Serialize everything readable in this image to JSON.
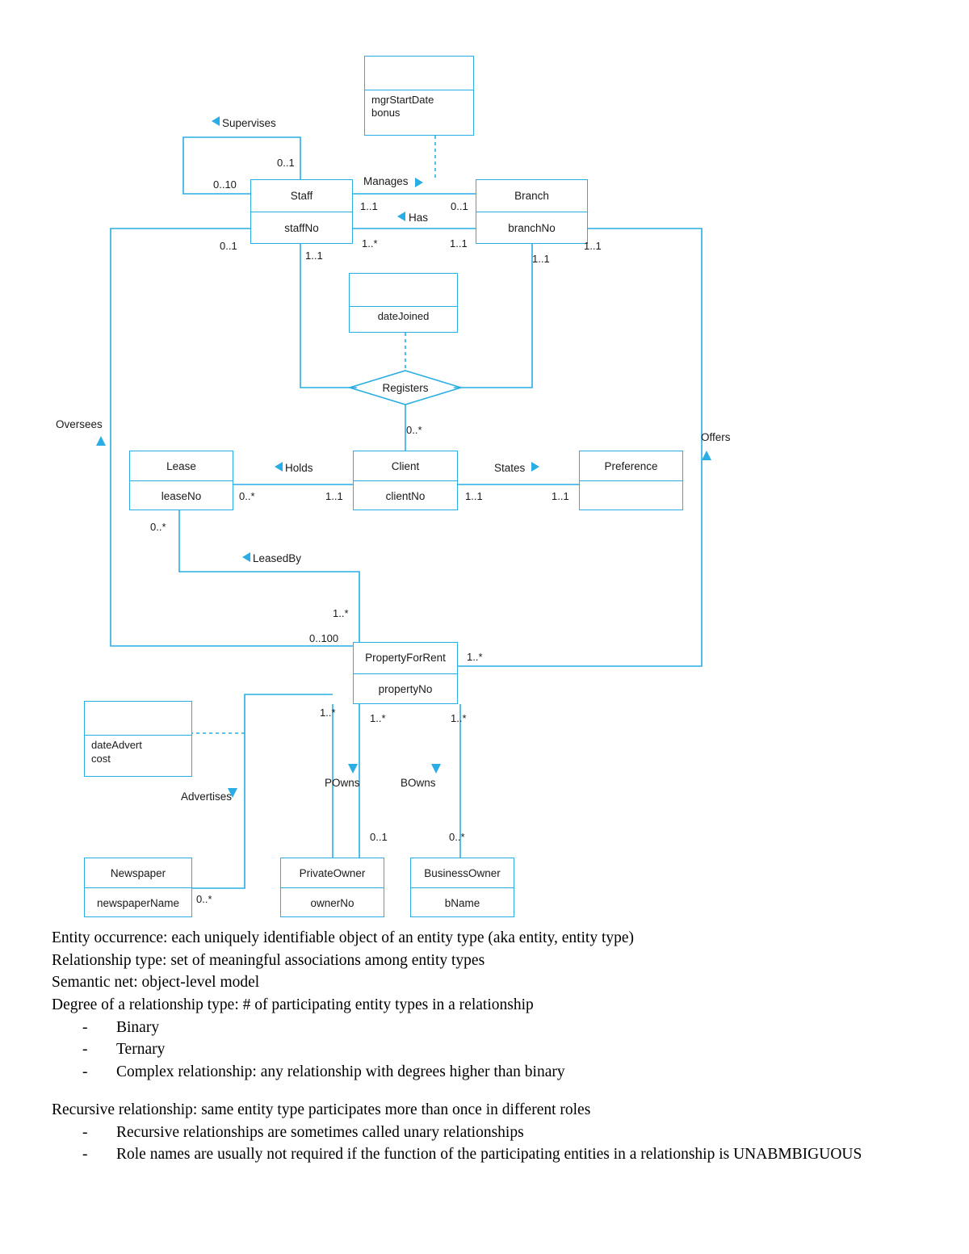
{
  "diagram": {
    "title": "UML class / ER diagram of DreamHome case study",
    "entities": [
      {
        "id": "staff",
        "name": "Staff",
        "attr": "staffNo"
      },
      {
        "id": "branch",
        "name": "Branch",
        "attr": "branchNo"
      },
      {
        "id": "lease",
        "name": "Lease",
        "attr": "leaseNo"
      },
      {
        "id": "client",
        "name": "Client",
        "attr": "clientNo"
      },
      {
        "id": "preference",
        "name": "Preference",
        "attr": ""
      },
      {
        "id": "propertyforrent",
        "name": "PropertyForRent",
        "attr": "propertyNo"
      },
      {
        "id": "newspaper",
        "name": "Newspaper",
        "attr": "newspaperName"
      },
      {
        "id": "privateowner",
        "name": "PrivateOwner",
        "attr": "ownerNo"
      },
      {
        "id": "businessowner",
        "name": "BusinessOwner",
        "attr": "bName"
      }
    ],
    "association_classes": [
      {
        "id": "manages-attrs",
        "lines": [
          "mgrStartDate",
          "bonus"
        ]
      },
      {
        "id": "registers-attrs",
        "lines": [
          "dateJoined"
        ]
      },
      {
        "id": "advertises-attrs",
        "lines": [
          "dateAdvert",
          "cost"
        ]
      }
    ],
    "relationships": [
      {
        "id": "supervises",
        "label": "Supervises",
        "arrow": "left"
      },
      {
        "id": "manages",
        "label": "Manages",
        "arrow": "right"
      },
      {
        "id": "has",
        "label": "Has",
        "arrow": "left"
      },
      {
        "id": "registers",
        "label": "Registers",
        "arrow": "none"
      },
      {
        "id": "holds",
        "label": "Holds",
        "arrow": "left"
      },
      {
        "id": "states",
        "label": "States",
        "arrow": "right"
      },
      {
        "id": "leasedby",
        "label": "LeasedBy",
        "arrow": "left"
      },
      {
        "id": "oversees",
        "label": "Oversees",
        "arrow": "down"
      },
      {
        "id": "offers",
        "label": "Offers",
        "arrow": "down"
      },
      {
        "id": "powns",
        "label": "POwns",
        "arrow": "up"
      },
      {
        "id": "bowns",
        "label": "BOwns",
        "arrow": "up"
      },
      {
        "id": "advertises",
        "label": "Advertises",
        "arrow": "up"
      }
    ],
    "multiplicities": [
      {
        "id": "m-supervises-top",
        "value": "0..1"
      },
      {
        "id": "m-supervises-left",
        "value": "0..10"
      },
      {
        "id": "m-staff-manages",
        "value": "1..1"
      },
      {
        "id": "m-branch-manages",
        "value": "0..1"
      },
      {
        "id": "m-staff-oversees",
        "value": "0..1"
      },
      {
        "id": "m-staff-has",
        "value": "1..*"
      },
      {
        "id": "m-branch-has",
        "value": "1..1"
      },
      {
        "id": "m-staff-registers",
        "value": "1..1"
      },
      {
        "id": "m-branch-registers",
        "value": "1..1"
      },
      {
        "id": "m-branch-offers",
        "value": "1..1"
      },
      {
        "id": "m-client-registers",
        "value": "0..*"
      },
      {
        "id": "m-lease-holds",
        "value": "0..*"
      },
      {
        "id": "m-client-holds",
        "value": "1..1"
      },
      {
        "id": "m-client-states",
        "value": "1..1"
      },
      {
        "id": "m-preference-states",
        "value": "1..1"
      },
      {
        "id": "m-lease-leasedby",
        "value": "0..*"
      },
      {
        "id": "m-property-leasedby",
        "value": "1..*"
      },
      {
        "id": "m-property-oversees",
        "value": "0..100"
      },
      {
        "id": "m-property-offers",
        "value": "1..*"
      },
      {
        "id": "m-property-advertises",
        "value": "1..*"
      },
      {
        "id": "m-property-powns",
        "value": "1..*"
      },
      {
        "id": "m-property-bowns",
        "value": "1..*"
      },
      {
        "id": "m-privateowner-powns",
        "value": "0..1"
      },
      {
        "id": "m-businessowner-bowns",
        "value": "0..*"
      },
      {
        "id": "m-newspaper-advertises",
        "value": "0..*"
      }
    ],
    "colors": {
      "line": "#29ADE4",
      "text": "#1a1a1a"
    }
  },
  "notes": {
    "lines": [
      "Entity occurrence: each uniquely identifiable object of an entity type (aka entity, entity type)",
      "Relationship type: set of meaningful associations among entity types",
      "Semantic net: object-level model",
      "Degree of a relationship type: # of participating entity types in a relationship"
    ],
    "bullets1": [
      "Binary",
      "Ternary",
      "Complex relationship: any relationship with degrees higher than binary"
    ],
    "line2": "Recursive relationship: same entity type participates more than once in different roles",
    "bullets2": [
      "Recursive relationships are sometimes called unary relationships",
      "Role names are usually not required if the function of the participating entities in a relationship is UNABMBIGUOUS"
    ],
    "dash": "-"
  }
}
